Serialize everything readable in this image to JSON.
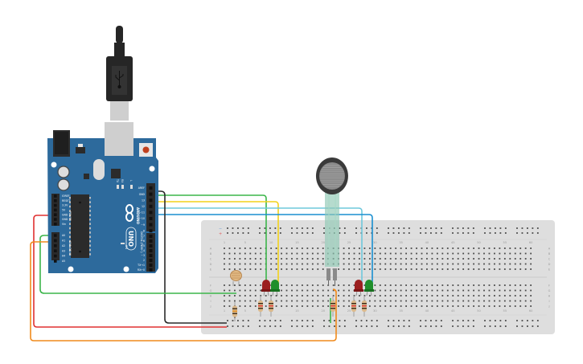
{
  "title": "Arduino Uno circuit with photoresistor, force sensor, LEDs and breadboard",
  "arduino": {
    "brand_label": "ARDUINO",
    "model_label": "UNO",
    "digital_header_label": "DIGITAL (PWM~)",
    "power_header_label": "POWER",
    "analog_header_label": "ANALOG IN",
    "on_label": "ON",
    "tx_label": "TX",
    "rx_label": "RX",
    "l_label": "L",
    "digital_pins": [
      "AREF",
      "GND",
      "13",
      "12",
      "~11",
      "~10",
      "~9",
      "8",
      "7",
      "~6",
      "~5",
      "4",
      "~3",
      "2",
      "TX→1",
      "RX←0"
    ],
    "power_pins": [
      "IOREF",
      "RESET",
      "3.3V",
      "5V",
      "GND",
      "GND",
      "Vin"
    ],
    "analog_pins": [
      "A0",
      "A1",
      "A2",
      "A3",
      "A4",
      "A5"
    ],
    "colors": {
      "board": "#2d6a9c",
      "header": "#2a2a2a",
      "reset_button": "#c0401e"
    }
  },
  "usb_cable": {
    "icon": "usb-icon",
    "color": "#262626"
  },
  "breadboard": {
    "columns": 60,
    "row_labels_top": [
      "A",
      "B",
      "C",
      "D",
      "E"
    ],
    "row_labels_bottom": [
      "F",
      "G",
      "H",
      "I",
      "J"
    ],
    "column_numbers": [
      "1",
      "5",
      "10",
      "15",
      "20",
      "25",
      "30",
      "35",
      "40",
      "45",
      "50",
      "55",
      "60"
    ],
    "rail_minus": "−",
    "rail_plus": "+",
    "colors": {
      "body": "#e0e0e0",
      "hole": "#4a4a4a",
      "minus": "#6a9ad0",
      "plus": "#e06060"
    }
  },
  "components": {
    "photoresistor": {
      "name": "Photoresistor (LDR)"
    },
    "force_sensor": {
      "name": "Force Sensitive Resistor"
    },
    "leds": [
      {
        "name": "LED 1",
        "color": "red"
      },
      {
        "name": "LED 2",
        "color": "green"
      },
      {
        "name": "LED 3",
        "color": "red"
      },
      {
        "name": "LED 4",
        "color": "green"
      }
    ],
    "resistors_count": 6
  },
  "wires": [
    {
      "from": "Pin 13",
      "to": "LED 1",
      "color": "#3bb54a"
    },
    {
      "from": "Pin 12",
      "to": "LED 2",
      "color": "#f2d21b"
    },
    {
      "from": "Pin ~11",
      "to": "LED 3",
      "color": "#6fc8dc"
    },
    {
      "from": "Pin ~10",
      "to": "LED 4",
      "color": "#1a8fd0"
    },
    {
      "from": "GND",
      "to": "Breadboard ground rail",
      "color": "#2b2b2b"
    },
    {
      "from": "5V",
      "to": "Breadboard power rail",
      "color": "#e03030"
    },
    {
      "from": "A0",
      "to": "Photoresistor",
      "color": "#3bb54a"
    },
    {
      "from": "A1",
      "to": "Force sensor",
      "color": "#f08a1c"
    }
  ]
}
